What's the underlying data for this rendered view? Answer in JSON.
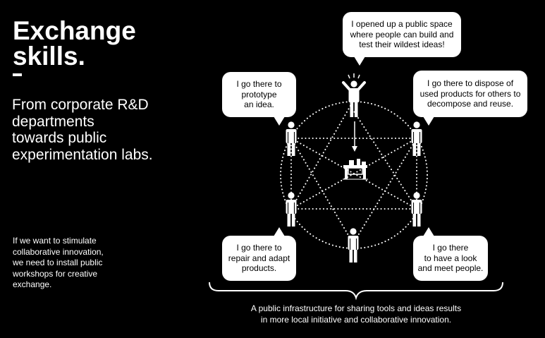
{
  "title": {
    "line1": "Exchange",
    "line2": "skills."
  },
  "separator": "-",
  "subtitle": {
    "line1": "From corporate R&D",
    "line2": "departments",
    "line3": "towards public",
    "line4": "experimentation labs."
  },
  "body": {
    "line1": "If we want to stimulate",
    "line2": "collaborative innovation,",
    "line3": "we need to install public",
    "line4": "workshops for creative",
    "line5": "exchange."
  },
  "bubbles": {
    "top": {
      "line1": "I opened up a public space",
      "line2": "where people can build and",
      "line3": "test their wildest ideas!"
    },
    "top_left": {
      "line1": "I go there to",
      "line2": "prototype",
      "line3": "an idea."
    },
    "top_right": {
      "line1": "I go there to dispose of",
      "line2": "used products for others to",
      "line3": "decompose and reuse."
    },
    "bottom_left": {
      "line1": "I go there to",
      "line2": "repair and adapt",
      "line3": "products."
    },
    "bottom_right": {
      "line1": "I go there",
      "line2": "to have a look",
      "line3": "and meet people."
    }
  },
  "caption": {
    "line1": "A public infrastructure for sharing tools and ideas results",
    "line2": "in more local initiative and collaborative innovation."
  },
  "colors": {
    "background": "#000000",
    "foreground": "#ffffff"
  },
  "icons": [
    "person-icon",
    "person-raised-arms-icon",
    "workbench-icon",
    "arrow-down-icon",
    "curly-brace-icon"
  ]
}
